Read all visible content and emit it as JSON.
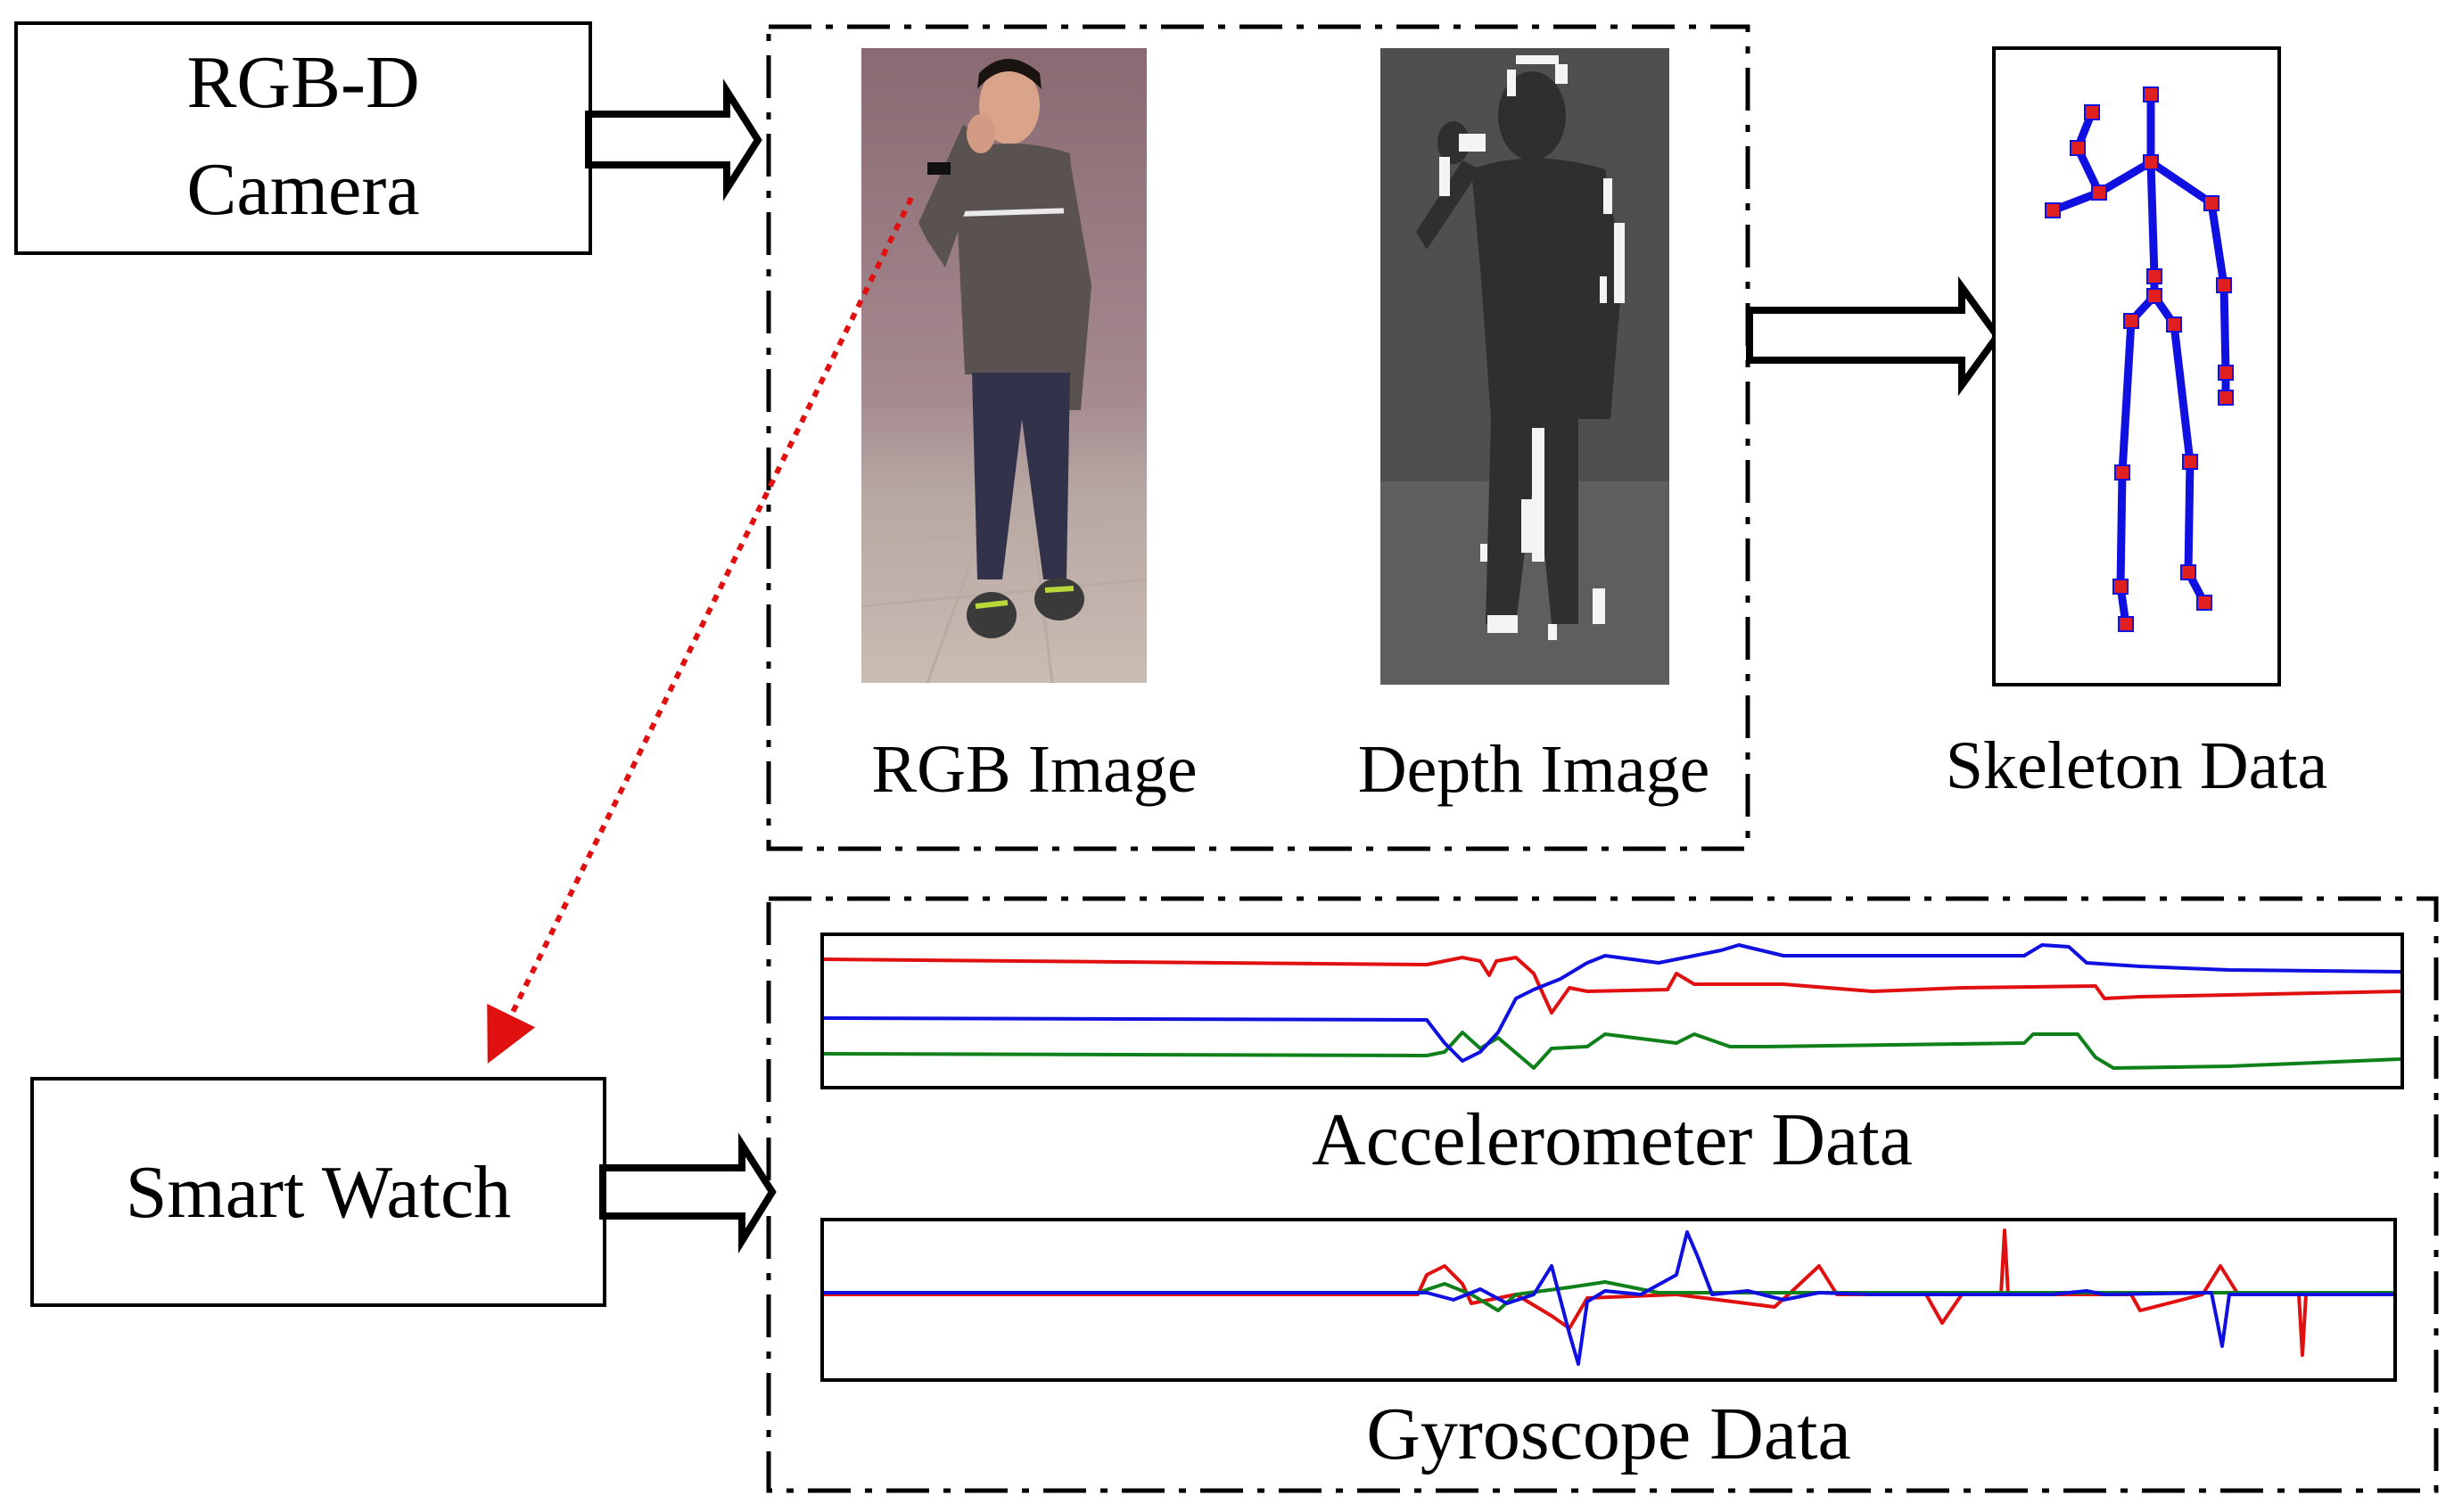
{
  "camera": {
    "line1": "RGB-D",
    "line2": "Camera"
  },
  "watch": {
    "label": "Smart Watch"
  },
  "images": {
    "rgb_caption": "RGB Image",
    "depth_caption": "Depth Image",
    "skeleton_caption": "Skeleton Data"
  },
  "sensors": {
    "accel_caption": "Accelerometer Data",
    "gyro_caption": "Gyroscope Data"
  },
  "colors": {
    "skeleton_bone": "#1010e0",
    "skeleton_joint": "#e02020",
    "series_x": "#e01010",
    "series_y": "#10801a",
    "series_z": "#1010e0",
    "link_arrow": "#e01010"
  },
  "icons": [
    "right-arrow-icon",
    "dotted-link-arrow-icon",
    "person-photo-icon",
    "depth-silhouette-icon",
    "skeleton-icon"
  ]
}
